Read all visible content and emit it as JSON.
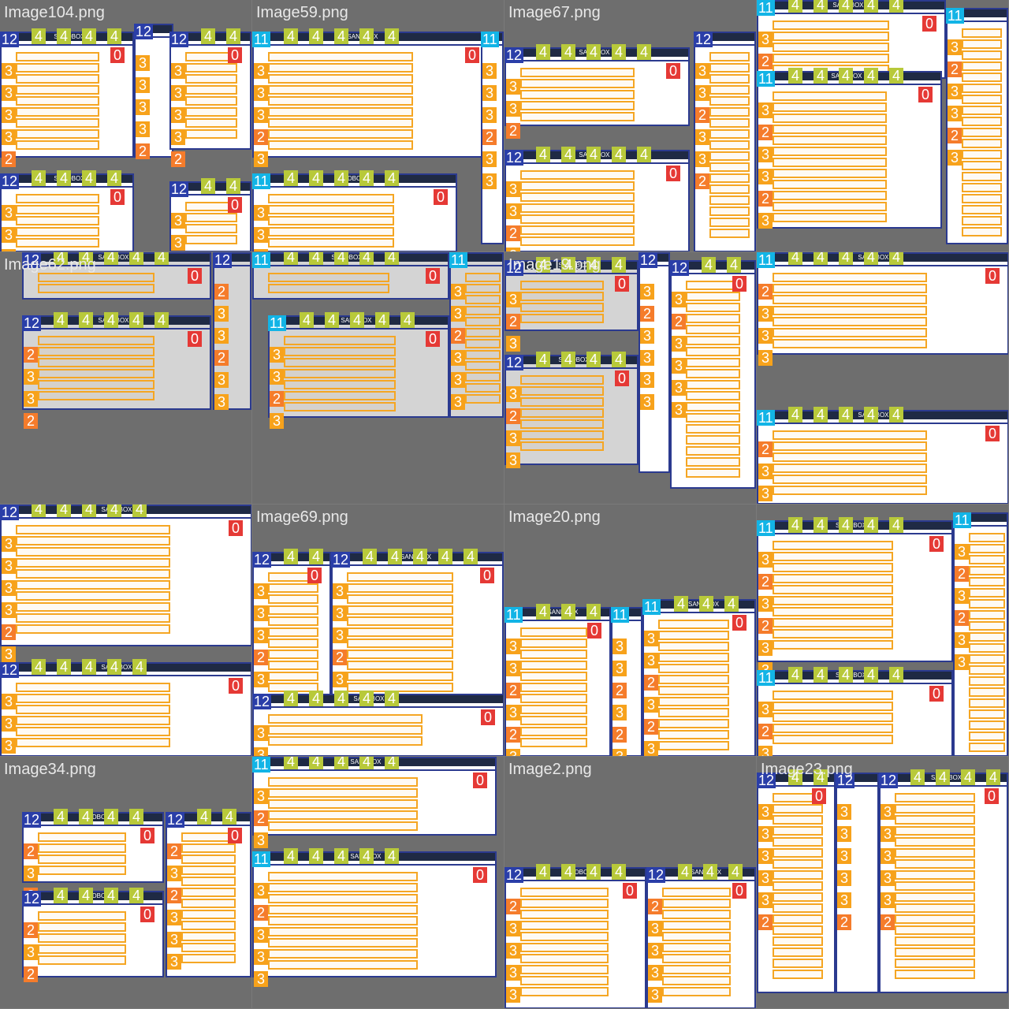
{
  "tiles": [
    {
      "title": "Image104.png"
    },
    {
      "title": "Image59.png"
    },
    {
      "title": "Image67.png"
    },
    {
      "title": ""
    },
    {
      "title": "Image62.png"
    },
    {
      "title": ""
    },
    {
      "title": "Image19.png"
    },
    {
      "title": ""
    },
    {
      "title": ""
    },
    {
      "title": "Image69.png"
    },
    {
      "title": "Image20.png"
    },
    {
      "title": ""
    },
    {
      "title": "Image34.png"
    },
    {
      "title": ""
    },
    {
      "title": "Image2.png"
    },
    {
      "title": "Image23.png"
    }
  ],
  "window_label": "SANDBOX",
  "badge_colors": {
    "0": "#e53935",
    "1": "#f49a9a",
    "2": "#f57c2b",
    "3": "#f7a21b",
    "4": "#b8c93a",
    "5": "#4cbb3a",
    "6": "#9ed14f",
    "7": "#3dcf8e",
    "8": "#20884a",
    "9": "#2fb5a4",
    "10": "#1e8cd0",
    "11": "#12b4e6",
    "12": "#2a3ea8",
    "13": "#4b48c9",
    "14": "#1b2aa6",
    "15": "#8a4fd8"
  },
  "badges": [
    "12",
    "11",
    "12",
    "11",
    "12",
    "11",
    "12",
    "11",
    "12",
    "12",
    "11",
    "11",
    "12",
    "11",
    "12",
    "12"
  ],
  "side_badges": [
    "3",
    "3",
    "3",
    "3",
    "2",
    "3",
    "3",
    "2",
    "3",
    "3",
    "3",
    "3",
    "2",
    "3",
    "2",
    "3"
  ],
  "top_badges": [
    "4",
    "4",
    "4",
    "4",
    "4",
    "4",
    "4",
    "4",
    "4",
    "4",
    "4",
    "4",
    "4",
    "4",
    "4",
    "4"
  ],
  "red_badges": [
    "0",
    "0",
    "0",
    "0",
    "0",
    "0",
    "0",
    "0",
    "0",
    "0",
    "0",
    "0",
    "0",
    "0",
    "0",
    "0"
  ]
}
